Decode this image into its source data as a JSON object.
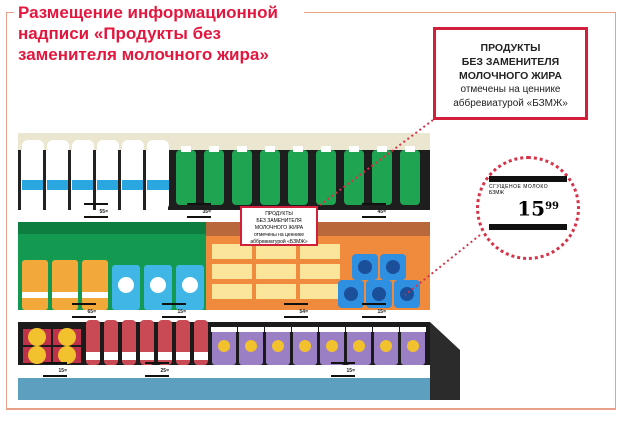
{
  "title": "Размещение информационной надписи «Продукты без заменителя молочного жира»",
  "callout": {
    "line1": "ПРОДУКТЫ",
    "line2": "БЕЗ ЗАМЕНИТЕЛЯ",
    "line3": "МОЛОЧНОГО ЖИРА",
    "line4": "отмечены на ценнике",
    "line5": "аббревиатурой «БЗМЖ»"
  },
  "shelf_sign": {
    "line1": "ПРОДУКТЫ",
    "line2": "БЕЗ ЗАМЕНИТЕЛЯ",
    "line3": "МОЛОЧНОГО ЖИРА",
    "line4": "отмечены на ценнике",
    "line5": "аббревиатурой «БЗМЖ»"
  },
  "price_tag": {
    "product": "СГУЩЕНОЕ МОЛОКО",
    "label": "БЗМЖ",
    "price_main": "15",
    "price_cents": "99"
  },
  "shelf_prices": [
    "55=",
    "35=",
    "45=",
    "65=",
    "15=",
    "54=",
    "15=",
    "15=",
    "25=",
    "15="
  ],
  "colors": {
    "accent": "#e3173e",
    "green": "#139a50",
    "orange": "#f08a3c",
    "purple": "#9b7fc4"
  }
}
